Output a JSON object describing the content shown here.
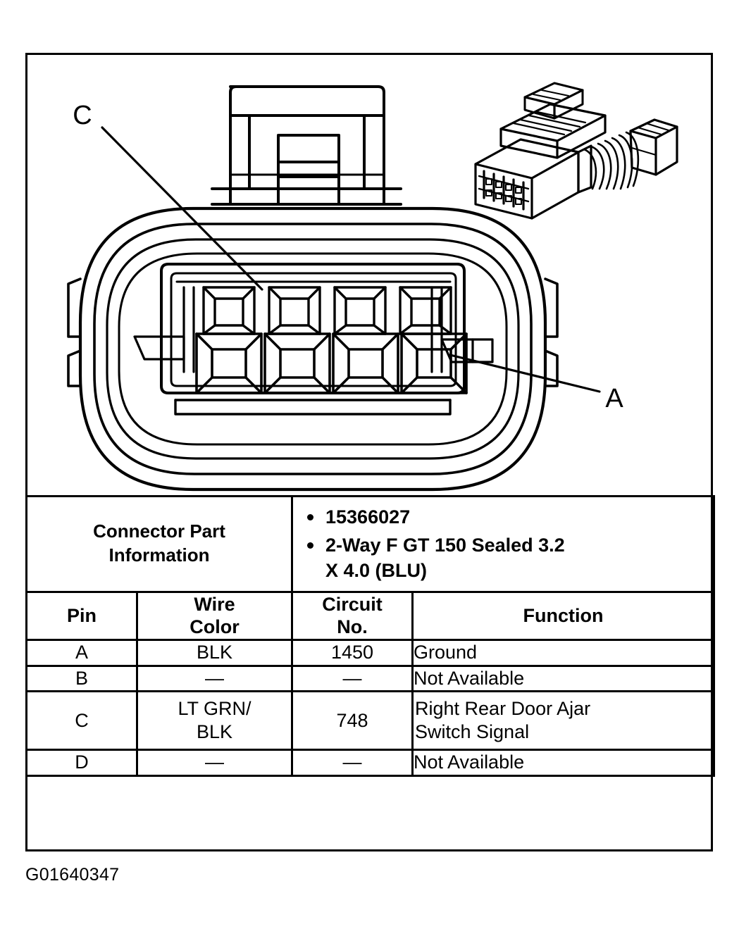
{
  "figure": {
    "id_caption": "G01640347",
    "callouts": [
      {
        "label": "C",
        "target": "upper-cavity-2"
      },
      {
        "label": "A",
        "target": "lower-cavity-4"
      }
    ],
    "views": {
      "front_view_name": "connector-front-view",
      "iso_view_name": "connector-isometric-view"
    },
    "cavity_counts": {
      "upper_row": 4,
      "lower_row": 4
    }
  },
  "table": {
    "part_info": {
      "label_line1": "Connector Part",
      "label_line2": "Information",
      "items": [
        "15366027",
        "2-Way F GT 150 Sealed 3.2 X 4.0 (BLU)"
      ],
      "item1": "15366027",
      "item2_line1": "2-Way F GT 150 Sealed 3.2",
      "item2_line2": "X 4.0 (BLU)"
    },
    "headers": {
      "pin": "Pin",
      "wire_color_line1": "Wire",
      "wire_color_line2": "Color",
      "circuit_no_line1": "Circuit",
      "circuit_no_line2": "No.",
      "function": "Function"
    },
    "rows": [
      {
        "pin": "A",
        "wire_color": "BLK",
        "wire_color_line1": "BLK",
        "wire_color_line2": "",
        "circuit_no": "1450",
        "function": "Ground",
        "function_line1": "Ground",
        "function_line2": ""
      },
      {
        "pin": "B",
        "wire_color": "—",
        "wire_color_line1": "—",
        "wire_color_line2": "",
        "circuit_no": "—",
        "function": "Not Available",
        "function_line1": "Not Available",
        "function_line2": ""
      },
      {
        "pin": "C",
        "wire_color": "LT GRN/ BLK",
        "wire_color_line1": "LT GRN/",
        "wire_color_line2": "BLK",
        "circuit_no": "748",
        "function": "Right Rear Door Ajar Switch Signal",
        "function_line1": "Right Rear Door Ajar",
        "function_line2": "Switch Signal"
      },
      {
        "pin": "D",
        "wire_color": "—",
        "wire_color_line1": "—",
        "wire_color_line2": "",
        "circuit_no": "—",
        "function": "Not Available",
        "function_line1": "Not Available",
        "function_line2": ""
      }
    ]
  },
  "colors": {
    "ink": "#000000",
    "paper": "#ffffff"
  }
}
